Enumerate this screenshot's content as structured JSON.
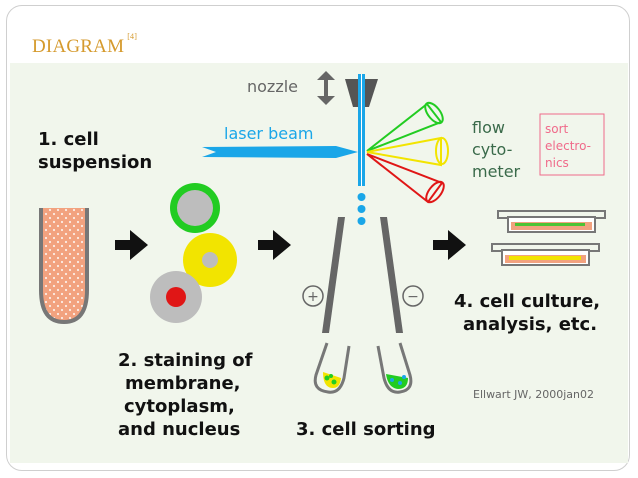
{
  "slide": {
    "title": "DIAGRAM",
    "title_ref": "[4]"
  },
  "diagram": {
    "nozzle": "nozzle",
    "laser_beam": "laser beam",
    "flow_cytometer": [
      "flow",
      "cyto-",
      "meter"
    ],
    "sort_electronics": [
      "sort",
      "electro-",
      "nics"
    ],
    "step1": [
      "1. cell",
      "suspension"
    ],
    "step2": [
      "2. staining of",
      "membrane,",
      "cytoplasm,",
      "and nucleus"
    ],
    "step3": "3. cell sorting",
    "step4": [
      "4. cell culture,",
      "analysis, etc."
    ],
    "plus": "+",
    "minus": "−",
    "credit": "Ellwart JW, 2000jan02"
  },
  "colors": {
    "title": "#d59a2d",
    "panel_bg": "#f1f6ec",
    "laser": "#1aa6e8",
    "green": "#22cc22",
    "yellow": "#f2e400",
    "red": "#e01616",
    "tube_fill": "#f2a27f",
    "sort_box": "#f06a8a"
  }
}
